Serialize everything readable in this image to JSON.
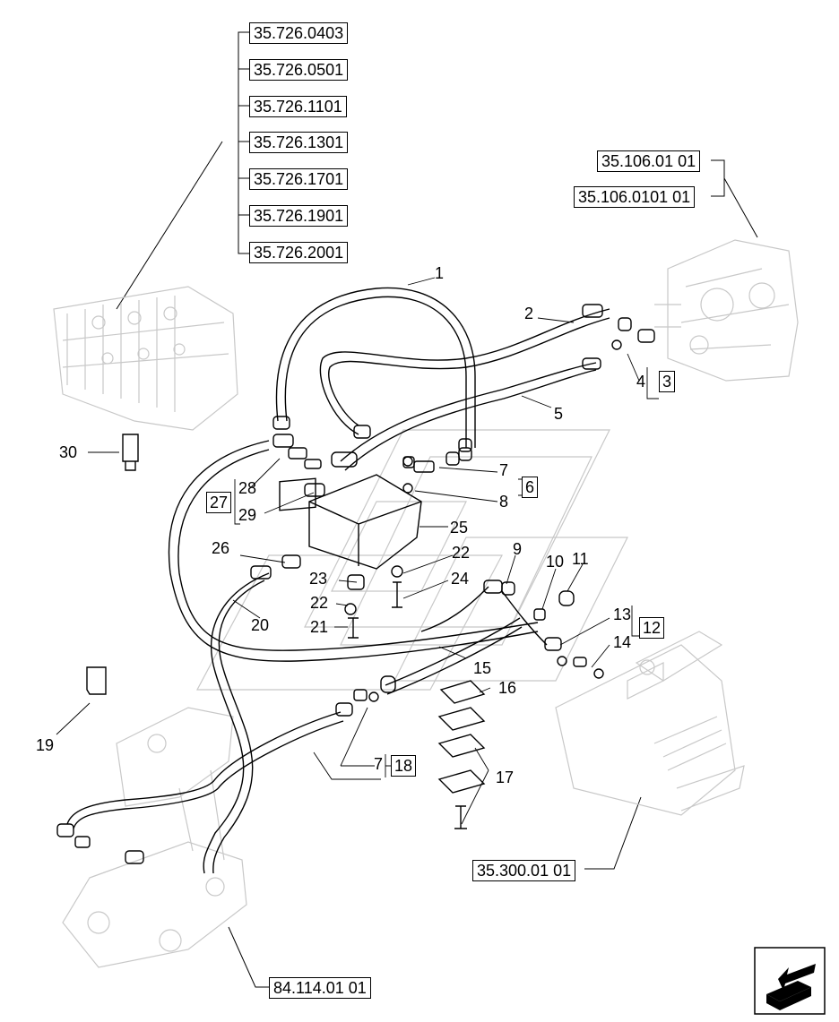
{
  "reference_boxes": {
    "valve_refs": [
      "35.726.0403",
      "35.726.0501",
      "35.726.1101",
      "35.726.1301",
      "35.726.1701",
      "35.726.1901",
      "35.726.2001"
    ],
    "pump_refs": [
      "35.106.01 01",
      "35.106.0101 01"
    ],
    "tank_ref": "35.300.01 01",
    "boom_ref": "84.114.01 01"
  },
  "callouts": {
    "c1": "1",
    "c2": "2",
    "c3": "3",
    "c4": "4",
    "c5": "5",
    "c6": "6",
    "c7a": "7",
    "c7b": "7",
    "c8": "8",
    "c9": "9",
    "c10": "10",
    "c11": "11",
    "c12": "12",
    "c13": "13",
    "c14": "14",
    "c15": "15",
    "c16": "16",
    "c17": "17",
    "c18": "18",
    "c19": "19",
    "c20": "20",
    "c21": "21",
    "c22a": "22",
    "c22b": "22",
    "c23": "23",
    "c24": "24",
    "c25": "25",
    "c26": "26",
    "c27": "27",
    "c28": "28",
    "c29": "29",
    "c30": "30"
  },
  "icons": {
    "nav": "next-page-arrow-icon"
  }
}
